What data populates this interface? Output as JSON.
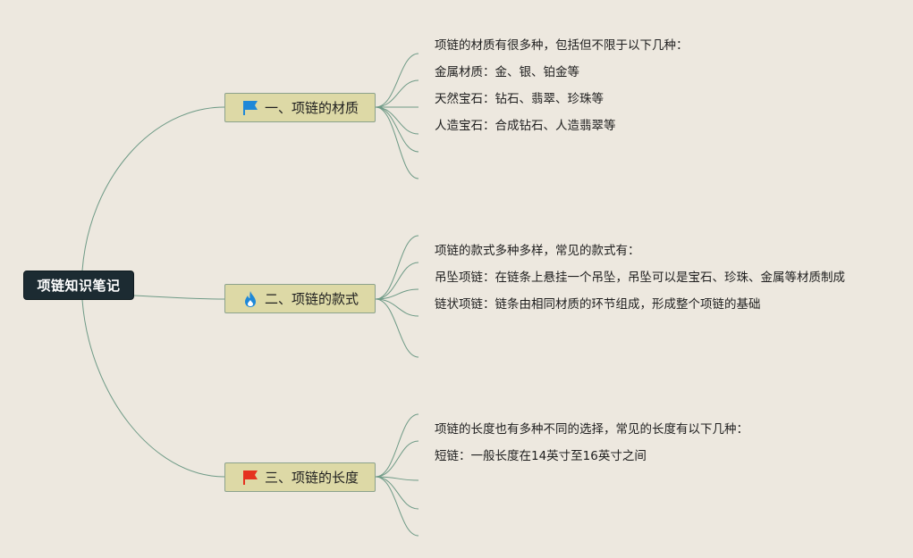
{
  "root": {
    "title": "项链知识笔记"
  },
  "branches": [
    {
      "title": "一、项链的材质",
      "icon": "blue-flag-icon",
      "items": [
        "项链的材质有很多种，包括但不限于以下几种：",
        "金属材质：金、银、铂金等",
        "天然宝石：钻石、翡翠、珍珠等",
        "人造宝石：合成钻石、人造翡翠等"
      ]
    },
    {
      "title": "二、项链的款式",
      "icon": "blue-flame-icon",
      "items": [
        "项链的款式多种多样，常见的款式有：",
        "吊坠项链：在链条上悬挂一个吊坠，吊坠可以是宝石、珍珠、金属等材质制成",
        "链状项链：链条由相同材质的环节组成，形成整个项链的基础"
      ]
    },
    {
      "title": "三、项链的长度",
      "icon": "red-flag-icon",
      "items": [
        "项链的长度也有多种不同的选择，常见的长度有以下几种：",
        "短链：一般长度在14英寸至16英寸之间"
      ]
    }
  ],
  "colors": {
    "background": "#ede8df",
    "line": "#6e9a86",
    "root_fill": "#1c2b32",
    "branch_fill": "#ddd9a6",
    "branch_border": "#8ba28c",
    "blue_icon": "#1e88d8",
    "red_icon": "#e5321f"
  }
}
